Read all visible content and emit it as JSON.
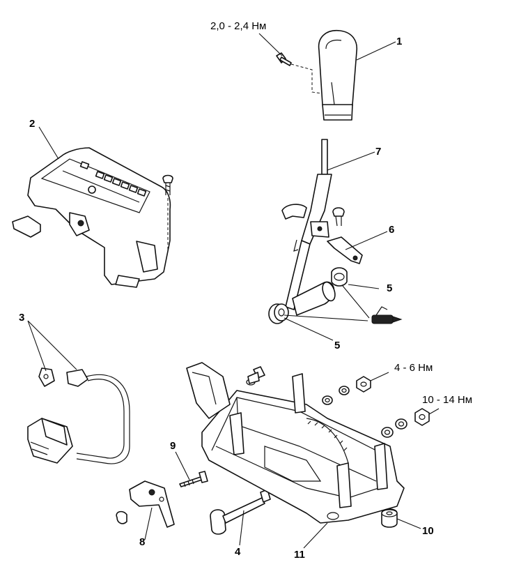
{
  "torque": {
    "knob_screw": "2,0 - 2,4 Нм",
    "small_nuts": "4 - 6 Нм",
    "large_nuts": "10 - 14 Нм"
  },
  "callouts": {
    "c1": "1",
    "c2": "2",
    "c3": "3",
    "c4": "4",
    "c5a": "5",
    "c5b": "5",
    "c6": "6",
    "c7": "7",
    "c8": "8",
    "c9": "9",
    "c10": "10",
    "c11": "11"
  },
  "icons": [
    "grease-gun-icon"
  ]
}
